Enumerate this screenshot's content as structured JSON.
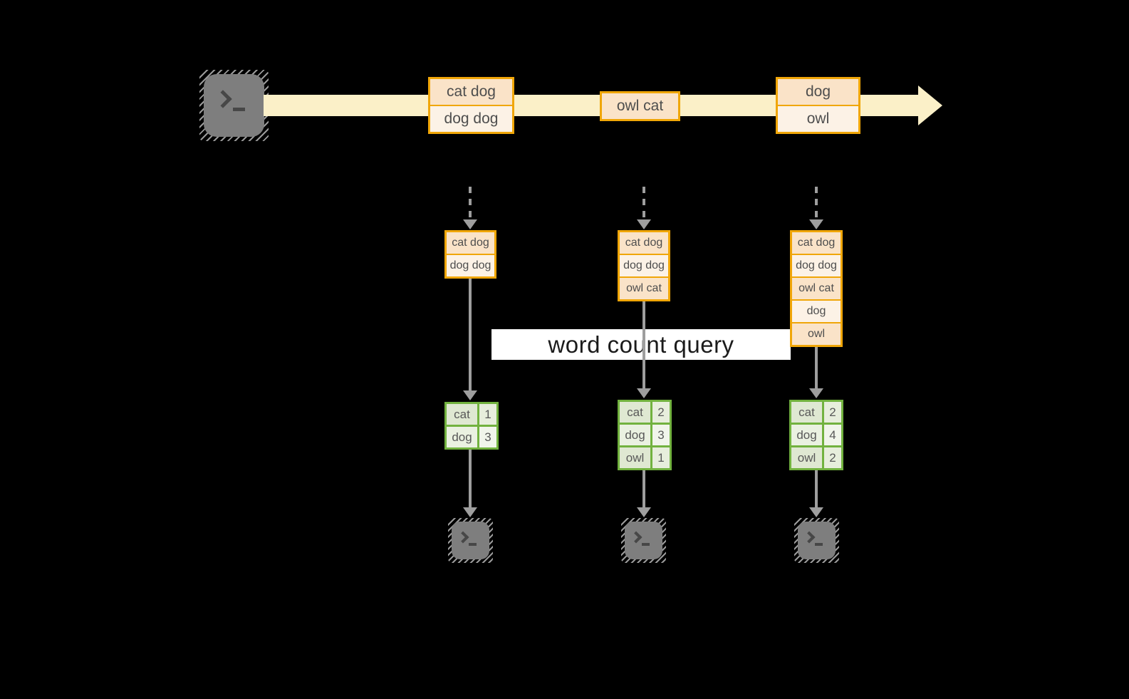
{
  "query_label": "word count query",
  "stream_events": [
    {
      "rows": [
        "cat dog",
        "dog dog"
      ]
    },
    {
      "rows": [
        "owl cat"
      ]
    },
    {
      "rows": [
        "dog",
        "owl"
      ]
    }
  ],
  "batches": [
    {
      "rows": [
        "cat dog",
        "dog dog"
      ]
    },
    {
      "rows": [
        "cat dog",
        "dog dog",
        "owl cat"
      ]
    },
    {
      "rows": [
        "cat dog",
        "dog dog",
        "owl cat",
        "dog",
        "owl"
      ]
    }
  ],
  "counts": [
    {
      "rows": [
        {
          "word": "cat",
          "count": "1"
        },
        {
          "word": "dog",
          "count": "3"
        }
      ]
    },
    {
      "rows": [
        {
          "word": "cat",
          "count": "2"
        },
        {
          "word": "dog",
          "count": "3"
        },
        {
          "word": "owl",
          "count": "1"
        }
      ]
    },
    {
      "rows": [
        {
          "word": "cat",
          "count": "2"
        },
        {
          "word": "dog",
          "count": "4"
        },
        {
          "word": "owl",
          "count": "2"
        }
      ]
    }
  ],
  "icons": {
    "source": "terminal-icon",
    "sinks": [
      "terminal-icon",
      "terminal-icon",
      "terminal-icon"
    ]
  },
  "colors": {
    "background": "#000000",
    "accent_orange_border": "#F0A608",
    "event_fill_dark": "#FAE3C8",
    "event_fill_light": "#FCF2E6",
    "stream_band": "#FBF0C8",
    "accent_green_border": "#72B23F",
    "count_word_fill": "#DFE8D2",
    "count_num_fill": "#E7EEDC",
    "arrow_gray": "#9E9E9E",
    "query_band": "#FFFFFF",
    "terminal_gray": "#7E7E7E"
  }
}
